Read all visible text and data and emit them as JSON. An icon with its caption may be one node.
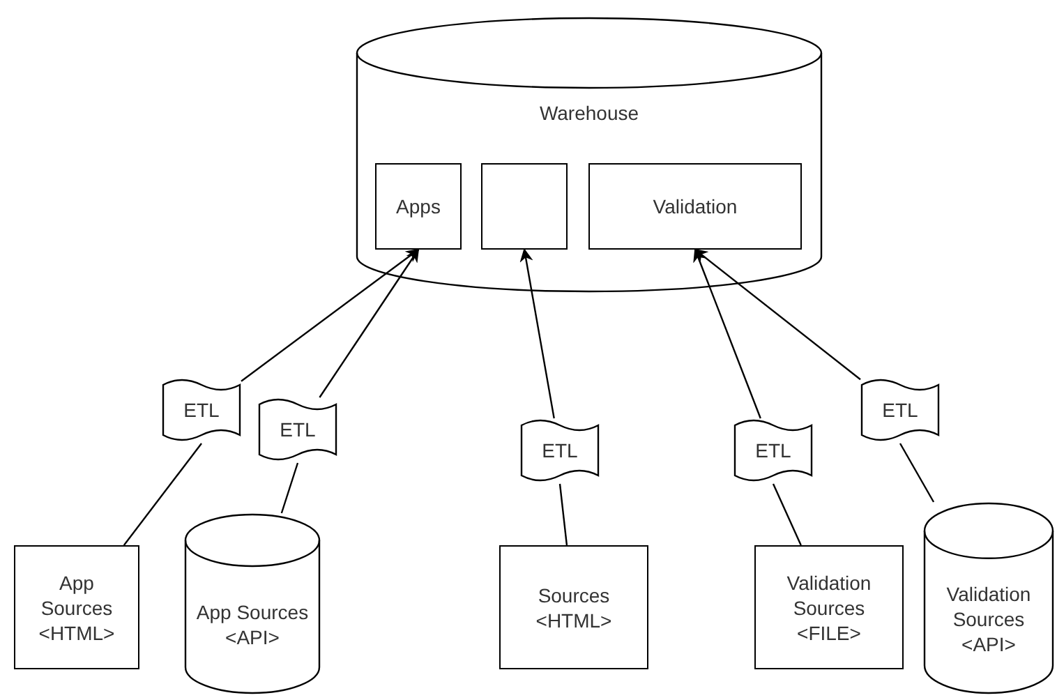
{
  "diagram": {
    "nodes": [
      {
        "text": [
          "Warehouse"
        ]
      },
      {
        "text": [
          "Apps"
        ],
        "in": 0
      },
      {
        "text": [],
        "shape": "box",
        "in": 0
      },
      {
        "text": [
          "Validation"
        ],
        "in": 0
      },
      {
        "text": [
          "ETL"
        ]
      },
      {
        "text": [
          "ETL"
        ]
      },
      {
        "text": [
          "ETL"
        ]
      },
      {
        "text": [
          "ETL"
        ]
      },
      {
        "text": [
          "ETL"
        ]
      },
      {
        "text": [
          "App Sources <HTML>"
        ]
      },
      {
        "text": [
          "App Sources <API>"
        ]
      },
      {
        "text": [
          "Sources <HTML>"
        ]
      },
      {
        "text": [
          "Validation Sources <FILE>"
        ]
      },
      {
        "text": [
          "Validation Sources <API>"
        ]
      }
    ],
    "edges": [
      {
        "from": 9,
        "to": 4,
        "arrow": "none"
      },
      {
        "from": 4,
        "to": 1,
        "arrow": "to"
      },
      {
        "from": 10,
        "to": 5,
        "arrow": "none"
      },
      {
        "from": 5,
        "to": 1,
        "arrow": "to"
      },
      {
        "from": 11,
        "to": 6,
        "arrow": "none"
      },
      {
        "from": 6,
        "to": 2,
        "arrow": "to"
      },
      {
        "from": 12,
        "to": 7,
        "arrow": "none"
      },
      {
        "from": 7,
        "to": 3,
        "arrow": "to"
      },
      {
        "from": 13,
        "to": 8,
        "arrow": "none"
      },
      {
        "from": 8,
        "to": 3,
        "arrow": "to"
      }
    ]
  }
}
